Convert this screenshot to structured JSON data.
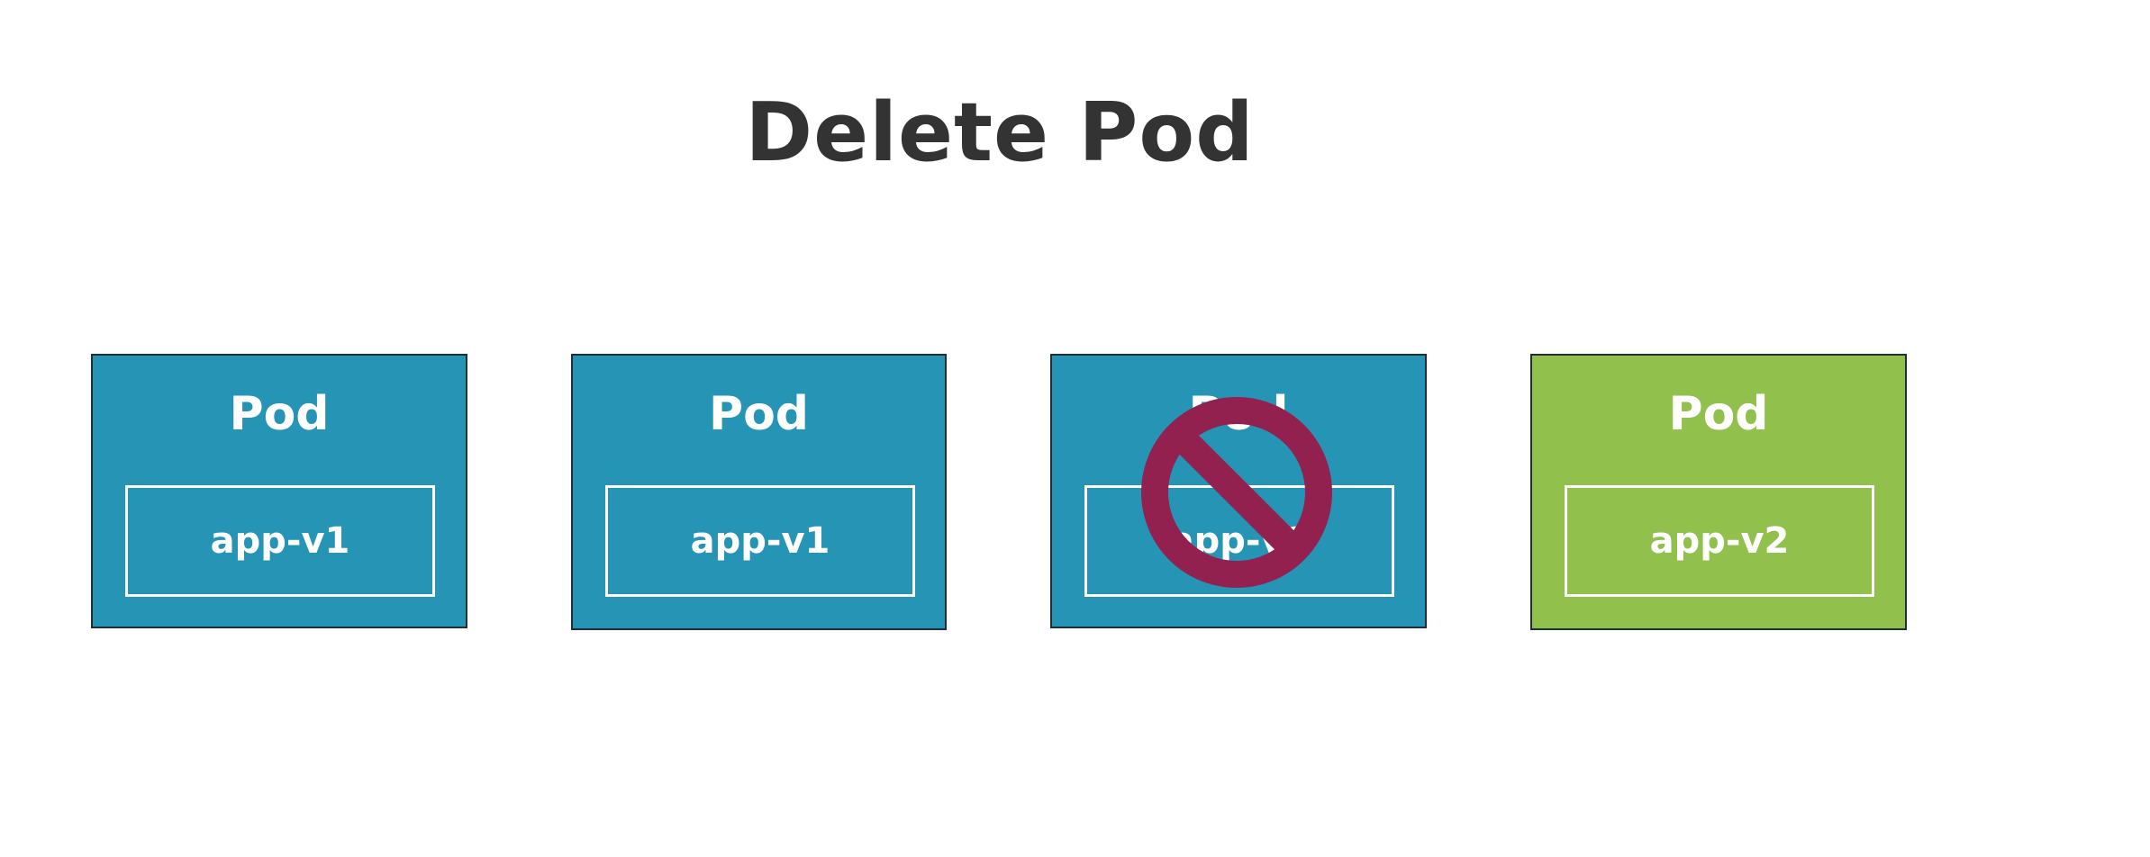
{
  "title": "Delete Pod",
  "colors": {
    "pod_v1": "#2694b5",
    "pod_v2": "#91c14c",
    "delete_symbol": "#93214f",
    "title_text": "#333333"
  },
  "pods": [
    {
      "label": "Pod",
      "container": "app-v1",
      "color": "#2694b5",
      "deleted": false
    },
    {
      "label": "Pod",
      "container": "app-v1",
      "color": "#2694b5",
      "deleted": false
    },
    {
      "label": "Pod",
      "container": "app-v1",
      "color": "#2694b5",
      "deleted": true
    },
    {
      "label": "Pod",
      "container": "app-v2",
      "color": "#91c14c",
      "deleted": false
    }
  ],
  "delete_icon": "prohibited-icon"
}
